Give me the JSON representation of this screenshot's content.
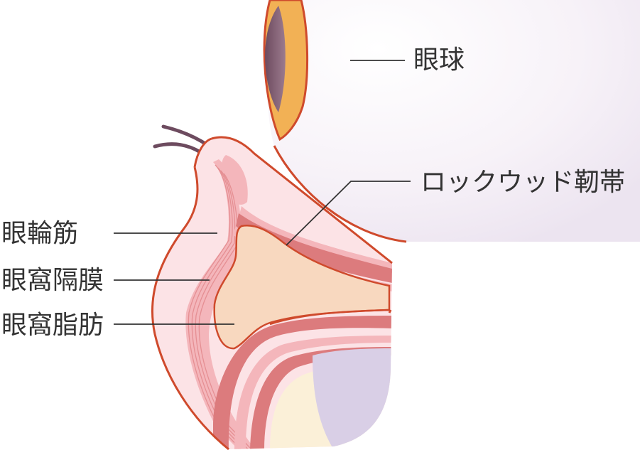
{
  "colors": {
    "outline": "#cf4a2c",
    "skin": "#fce3e6",
    "muscle_pink": "#f4b6bb",
    "muscle_dark": "#dc7b7d",
    "fat": "#f8d8bf",
    "cream": "#fbf0d8",
    "purple": "#d9cfe6",
    "iris_gold": "#f2b155",
    "pupil": "#876378",
    "leader_line": "#333333",
    "label_text": "#333333"
  },
  "labels": {
    "eyeball": "眼球",
    "lockwood": "ロックウッド靭帯",
    "orbicularis": "眼輪筋",
    "septum": "眼窩隔膜",
    "fat": "眼窩脂肪"
  }
}
